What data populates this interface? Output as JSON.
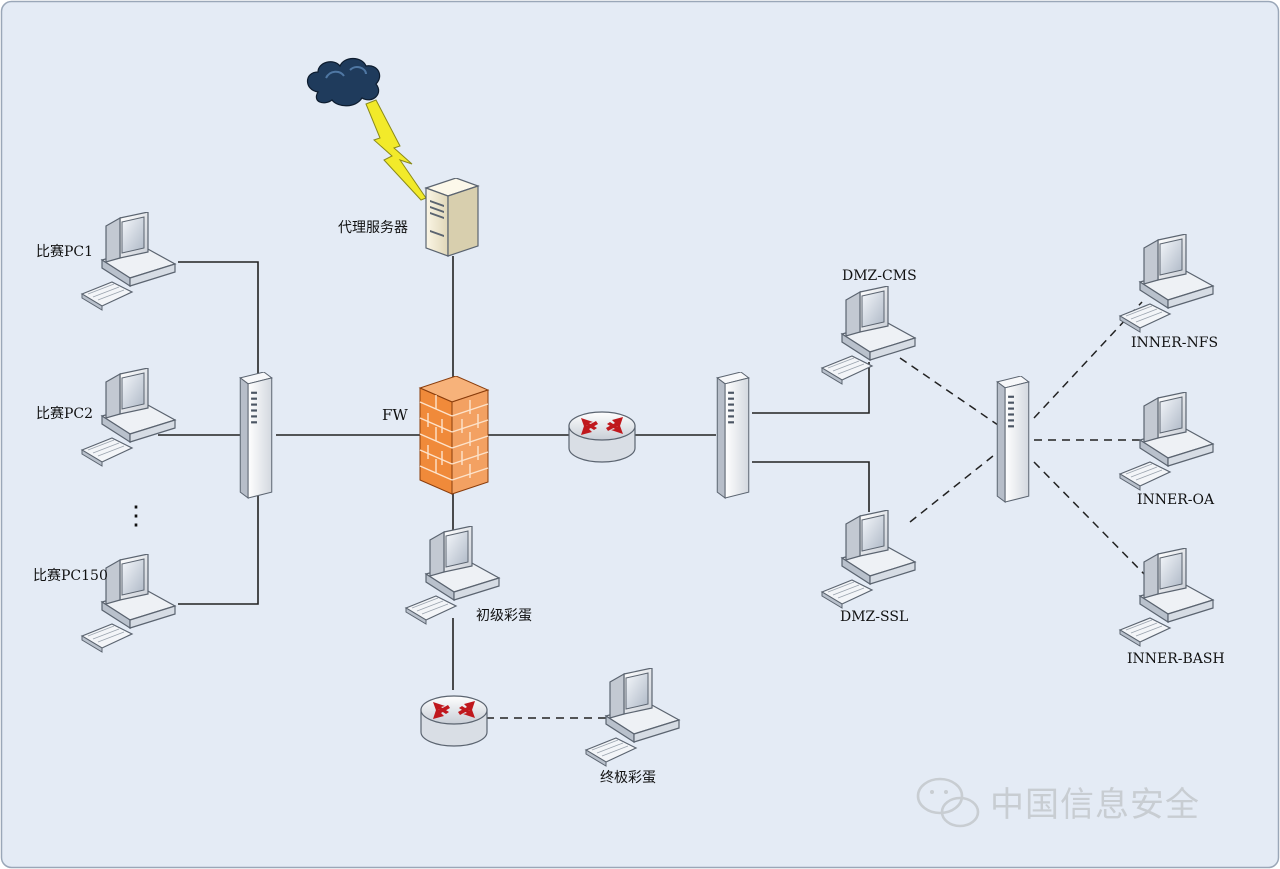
{
  "colors": {
    "background": "#e4ebf5",
    "frame": "#9aa7b8",
    "link": "#222222",
    "firewall": "#f08a3a",
    "router_arrow": "#c0181d",
    "cloud": "#1f3b5c",
    "lightning": "#f2ea2a",
    "watermark": "#c8cdd2"
  },
  "labels": {
    "pc1": "比赛PC1",
    "pc2": "比赛PC2",
    "pc150": "比赛PC150",
    "ellipsis": "⋮",
    "proxy": "代理服务器",
    "fw": "FW",
    "easter_basic": "初级彩蛋",
    "easter_final": "终极彩蛋",
    "dmz_cms": "DMZ-CMS",
    "dmz_ssl": "DMZ-SSL",
    "inner_nfs": "INNER-NFS",
    "inner_oa": "INNER-OA",
    "inner_bash": "INNER-BASH"
  },
  "watermark": {
    "text": "中国信息安全",
    "icon": "wechat-icon"
  },
  "icons": {
    "computer": "computer-icon",
    "switch": "switch-icon",
    "router": "router-icon",
    "firewall": "firewall-icon",
    "server": "server-icon",
    "cloud": "cloud-icon",
    "lightning": "lightning-icon"
  }
}
